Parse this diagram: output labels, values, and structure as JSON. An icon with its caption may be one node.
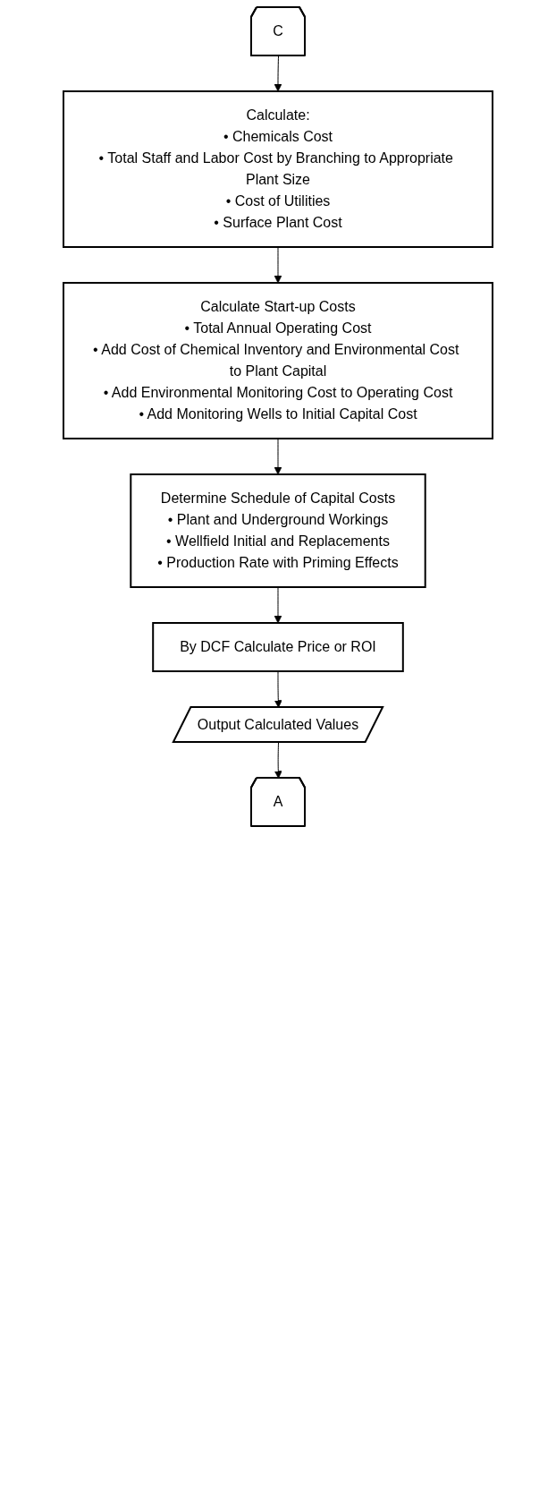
{
  "diagram": {
    "nodes": [
      {
        "text": [
          "C"
        ]
      },
      {
        "text": [
          "Calculate:",
          "• Chemicals Cost",
          "• Total Staff and Labor Cost by Branching to Appropriate Plant Size",
          "• Cost of Utilities",
          "• Surface Plant Cost"
        ]
      },
      {
        "text": [
          "Calculate Start-up Costs",
          "• Total Annual Operating Cost",
          "• Add Cost of Chemical Inventory and Environmental Cost to Plant Capital",
          "• Add Environmental Monitoring Cost to Operating Cost",
          "• Add Monitoring Wells to Initial Capital Cost"
        ]
      },
      {
        "text": [
          "Determine Schedule of Capital Costs",
          "• Plant and Underground Workings",
          "• Wellfield Initial and Replacements",
          "• Production Rate with Priming Effects"
        ]
      },
      {
        "text": [
          "By DCF Calculate Price or ROI"
        ]
      },
      {
        "text": [
          "Output Calculated Values"
        ]
      },
      {
        "text": [
          "A"
        ]
      }
    ],
    "edges": [
      {
        "from": 0,
        "to": 1,
        "arrow": "to"
      },
      {
        "from": 1,
        "to": 2,
        "arrow": "to"
      },
      {
        "from": 2,
        "to": 3,
        "arrow": "to"
      },
      {
        "from": 3,
        "to": 4,
        "arrow": "to"
      },
      {
        "from": 4,
        "to": 5,
        "arrow": "to"
      },
      {
        "from": 5,
        "to": 6,
        "arrow": "to"
      }
    ]
  }
}
